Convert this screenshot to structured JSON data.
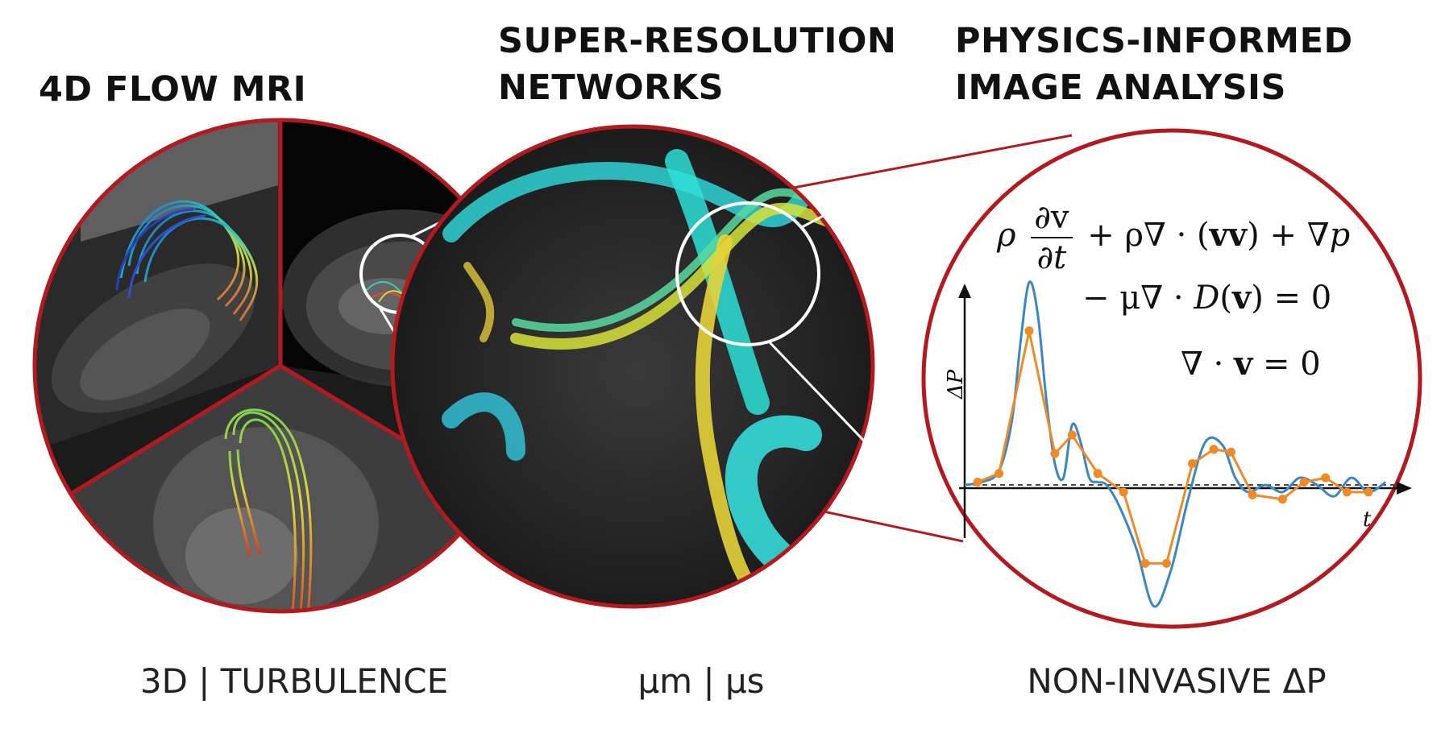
{
  "headings": {
    "left": [
      "4D FLOW MRI"
    ],
    "middle": [
      "SUPER-RESOLUTION",
      "NETWORKS"
    ],
    "right": [
      "PHYSICS-INFORMED",
      "IMAGE ANALYSIS"
    ]
  },
  "captions": {
    "left": "3D | TURBULENCE",
    "middle": "μm | μs",
    "right": "NON-INVASIVE ΔP"
  },
  "equation": {
    "line1": {
      "rho": "ρ",
      "frac_num": "∂v",
      "frac_den": "∂t",
      "rest_a": "+ ρ∇ · (",
      "vv": "vv",
      "rest_b": ") + ∇",
      "p": "p"
    },
    "line2": {
      "lead": "− μ∇ · ",
      "D": "D",
      "open": "(",
      "v": "v",
      "close": ") = 0"
    },
    "line3": {
      "lead": "∇ · ",
      "v": "v",
      "tail": " = 0"
    }
  },
  "colors": {
    "ring": "#b3191d",
    "accent_white": "#ffffff",
    "blue_series": "#3b87c4",
    "orange_series": "#f08a24"
  },
  "chart_data": {
    "type": "line",
    "xlabel": "t",
    "ylabel": "ΔP",
    "ylim": [
      -1.0,
      1.6
    ],
    "xlim": [
      0,
      1
    ],
    "series": [
      {
        "values_x": [
          0.0,
          0.04,
          0.08,
          0.11,
          0.13,
          0.15,
          0.17,
          0.19,
          0.21,
          0.23,
          0.25,
          0.27,
          0.29,
          0.31,
          0.33,
          0.36,
          0.4,
          0.44,
          0.48,
          0.52,
          0.56,
          0.6,
          0.63,
          0.66,
          0.7,
          0.74,
          0.78,
          0.82,
          0.86,
          0.9,
          0.94,
          0.98
        ],
        "values": [
          0.0,
          0.02,
          0.1,
          0.45,
          1.0,
          1.42,
          1.2,
          0.6,
          0.15,
          0.05,
          0.42,
          0.3,
          0.05,
          0.02,
          0.0,
          -0.15,
          -0.45,
          -0.85,
          -0.6,
          -0.1,
          0.3,
          0.28,
          0.05,
          -0.05,
          0.0,
          -0.05,
          0.05,
          0.0,
          -0.08,
          0.05,
          -0.05,
          0.02
        ]
      },
      {
        "values_x": [
          0.03,
          0.08,
          0.15,
          0.21,
          0.25,
          0.31,
          0.37,
          0.42,
          0.47,
          0.53,
          0.58,
          0.62,
          0.67,
          0.74,
          0.79,
          0.84,
          0.89,
          0.94
        ],
        "values": [
          0.02,
          0.08,
          1.08,
          0.22,
          0.35,
          0.08,
          -0.05,
          -0.55,
          -0.55,
          0.15,
          0.25,
          0.23,
          -0.07,
          -0.1,
          0.02,
          0.05,
          -0.05,
          -0.05
        ]
      }
    ]
  }
}
